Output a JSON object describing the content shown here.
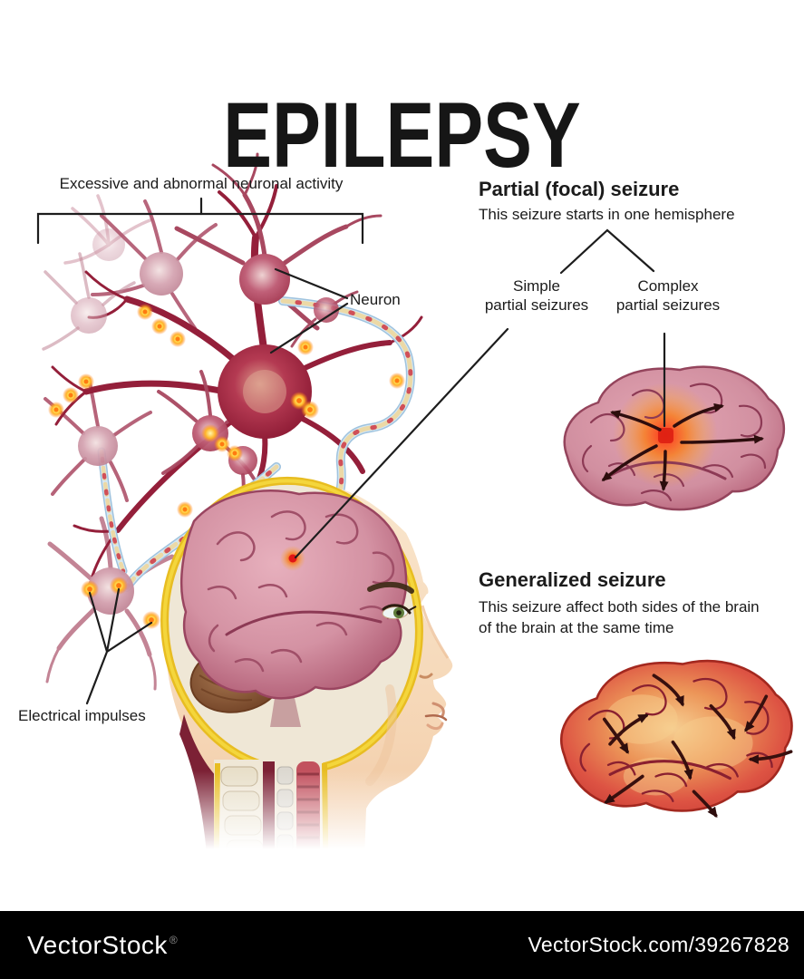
{
  "title": "EPILEPSY",
  "palette": {
    "background": "#ffffff",
    "text": "#1b1b1b",
    "bar_background": "#000000",
    "bar_text": "#ffffff",
    "brain_pink": "#d592a4",
    "seizure_red": "#e23c28",
    "focal_orange": "#f59d2c",
    "skull_yellow": "#f2cf2e",
    "skin": "#f6d8b8",
    "neuron_dark": "#9c2440",
    "axon_blue": "#aecde6"
  },
  "neural": {
    "activity_label": "Excessive and abnormal neuronal activity",
    "neuron_label": "Neuron",
    "impulses_label": "Electrical impulses"
  },
  "partial": {
    "heading": "Partial (focal) seizure",
    "subtitle": "This seizure starts in one hemisphere",
    "simple": {
      "line1": "Simple",
      "line2": "partial seizures"
    },
    "complex": {
      "line1": "Complex",
      "line2": "partial seizures"
    }
  },
  "generalized": {
    "heading": "Generalized seizure",
    "subtitle_line1": "This seizure affect both sides of the brain",
    "subtitle_line2": "of the brain at the same time"
  },
  "watermark": {
    "brand": "VectorStock",
    "registered": "®",
    "url": "VectorStock.com/39267828"
  }
}
